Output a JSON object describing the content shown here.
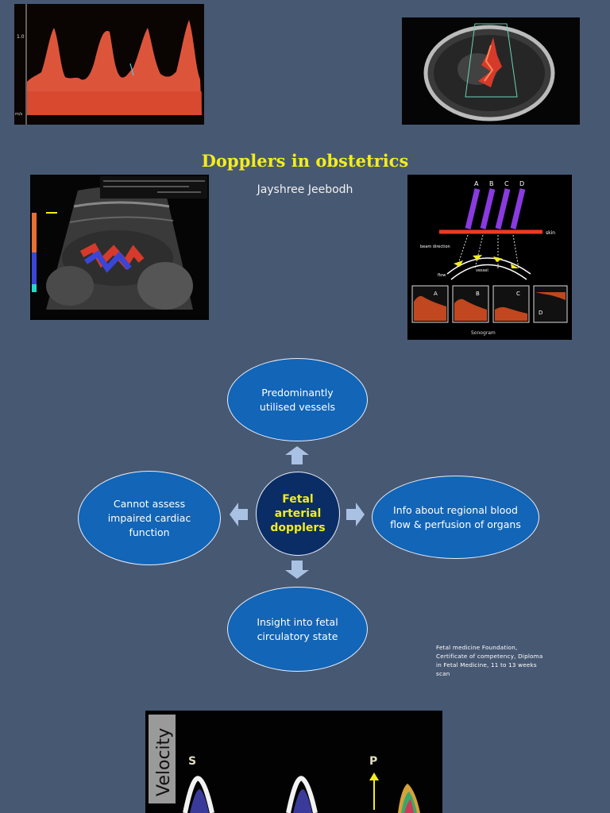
{
  "title": "Dopplers in obstetrics",
  "author": "Jayshree Jeebodh",
  "diagram": {
    "center": "Fetal arterial dopplers",
    "top": "Predominantly utilised vessels",
    "right": "Info about regional blood flow & perfusion of organs",
    "bottom": "Insight into fetal circulatory state",
    "left": "Cannot assess impaired cardiac function"
  },
  "source_note": "Fetal medicine Foundation, Certificate of competency, Diploma in Fetal Medicine, 11 to 13 weeks scan",
  "image_labels": {
    "doppler_axis_top": "1.0",
    "doppler_axis_unit": "m/s",
    "angle_letters": [
      "A",
      "B",
      "C",
      "D"
    ],
    "skin": "skin",
    "beam_direction": "beam direction",
    "vessel": "vessel",
    "flow": "flow",
    "sonogram": "Sonogram",
    "velocity": "Velocity",
    "wave_s": "S",
    "wave_p": "P"
  },
  "colors": {
    "background": "#475873",
    "title": "#f4ec1c",
    "ellipse": "#1265b7",
    "center": "#0a2d66",
    "arrow": "#a9c1e3"
  }
}
